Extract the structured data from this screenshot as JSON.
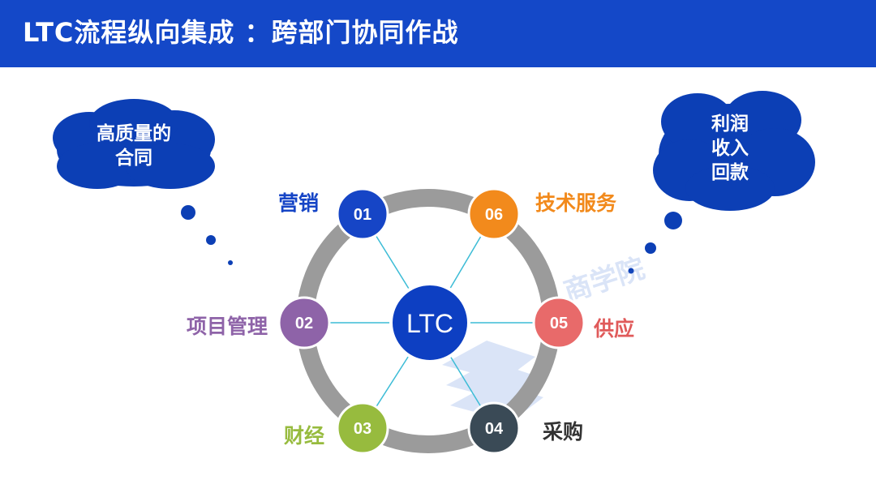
{
  "title": "LTC流程纵向集成 ：跨部门协同作战",
  "center": {
    "label": "LTC",
    "color": "#0d3fc2"
  },
  "nodes": [
    {
      "num": "01",
      "label": "营销",
      "color": "#1645c6",
      "label_color": "#1645c6"
    },
    {
      "num": "02",
      "label": "项目管理",
      "color": "#8e63a8",
      "label_color": "#8e63a8"
    },
    {
      "num": "03",
      "label": "财经",
      "color": "#97bb3e",
      "label_color": "#97bb3e"
    },
    {
      "num": "04",
      "label": "采购",
      "color": "#3a4a56",
      "label_color": "#333333"
    },
    {
      "num": "05",
      "label": "供应",
      "color": "#e86a6a",
      "label_color": "#e05a5a"
    },
    {
      "num": "06",
      "label": "技术服务",
      "color": "#f28a1c",
      "label_color": "#f28a1c"
    }
  ],
  "clouds": {
    "left": {
      "lines": [
        "高质量的",
        "合同"
      ]
    },
    "right": {
      "lines": [
        "利润",
        "收入",
        "回款"
      ]
    }
  },
  "colors": {
    "title_bar": "#1448c8",
    "ring": "#9b9b9b",
    "spoke": "#3cbcd6",
    "cloud": "#0c3fb5"
  }
}
